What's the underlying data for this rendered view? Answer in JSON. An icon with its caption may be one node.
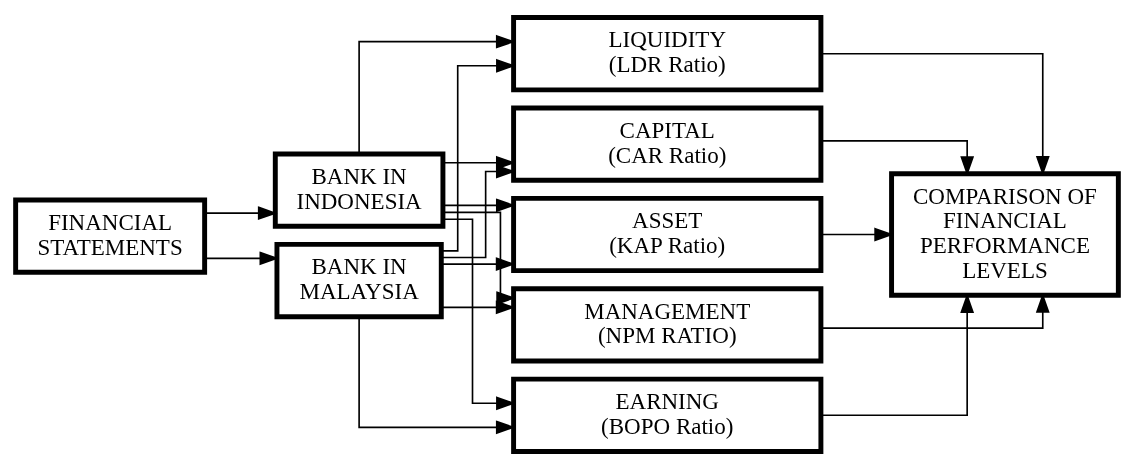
{
  "diagram": {
    "nodes": [
      {
        "text": [
          "FINANCIAL STATEMENTS"
        ]
      },
      {
        "text": [
          "BANK IN INDONESIA"
        ]
      },
      {
        "text": [
          "BANK IN MALAYSIA"
        ]
      },
      {
        "text": [
          "CAPITAL",
          "(CAR Ratio)"
        ]
      },
      {
        "text": [
          "ASSET",
          "(KAP Ratio)"
        ]
      },
      {
        "text": [
          "MANAGEMENT",
          "(NPM RATIO)"
        ]
      },
      {
        "text": [
          "EARNING",
          "(BOPO Ratio)"
        ]
      },
      {
        "text": [
          "LIQUIDITY",
          "(LDR Ratio)"
        ]
      },
      {
        "text": [
          "COMPARISON OF FINANCIAL PERFORMANCE LEVELS"
        ]
      }
    ],
    "edges": [
      {
        "from": 0,
        "to": 1,
        "arrow": "to"
      },
      {
        "from": 0,
        "to": 2,
        "arrow": "to"
      },
      {
        "from": 1,
        "to": 3,
        "arrow": "to"
      },
      {
        "from": 1,
        "to": 4,
        "arrow": "to"
      },
      {
        "from": 1,
        "to": 5,
        "arrow": "to"
      },
      {
        "from": 1,
        "to": 6,
        "arrow": "to"
      },
      {
        "from": 1,
        "to": 7,
        "arrow": "to"
      },
      {
        "from": 2,
        "to": 3,
        "arrow": "to"
      },
      {
        "from": 2,
        "to": 4,
        "arrow": "to"
      },
      {
        "from": 2,
        "to": 5,
        "arrow": "to"
      },
      {
        "from": 2,
        "to": 6,
        "arrow": "to"
      },
      {
        "from": 2,
        "to": 7,
        "arrow": "to"
      },
      {
        "from": 3,
        "to": 8,
        "arrow": "to"
      },
      {
        "from": 4,
        "to": 8,
        "arrow": "to"
      },
      {
        "from": 5,
        "to": 8,
        "arrow": "to"
      },
      {
        "from": 6,
        "to": 8,
        "arrow": "to"
      },
      {
        "from": 7,
        "to": 8,
        "arrow": "to"
      }
    ]
  }
}
